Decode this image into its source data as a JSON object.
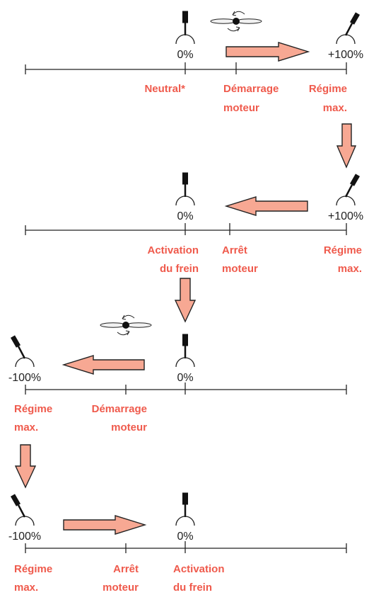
{
  "panels": [
    {
      "gauges": [
        {
          "value_label": "0%",
          "stick": "neutral"
        },
        {
          "value_label": "+100%",
          "stick": "forward"
        }
      ],
      "labels": [
        {
          "lines": [
            "Neutral*"
          ]
        },
        {
          "lines": [
            "Démarrage",
            "moteur"
          ]
        },
        {
          "lines": [
            "Régime",
            "max."
          ]
        }
      ],
      "propeller": true,
      "arrow_direction": "right"
    },
    {
      "gauges": [
        {
          "value_label": "0%",
          "stick": "neutral"
        },
        {
          "value_label": "+100%",
          "stick": "forward"
        }
      ],
      "labels": [
        {
          "lines": [
            "Activation",
            "du frein"
          ]
        },
        {
          "lines": [
            "Arrêt",
            "moteur"
          ]
        },
        {
          "lines": [
            "Régime",
            "max."
          ]
        }
      ],
      "propeller": false,
      "arrow_direction": "left"
    },
    {
      "gauges": [
        {
          "value_label": "-100%",
          "stick": "reverse"
        },
        {
          "value_label": "0%",
          "stick": "neutral"
        }
      ],
      "labels": [
        {
          "lines": [
            "Régime",
            "max."
          ]
        },
        {
          "lines": [
            "Démarrage",
            "moteur"
          ]
        }
      ],
      "propeller": true,
      "arrow_direction": "left"
    },
    {
      "gauges": [
        {
          "value_label": "-100%",
          "stick": "reverse"
        },
        {
          "value_label": "0%",
          "stick": "neutral"
        }
      ],
      "labels": [
        {
          "lines": [
            "Régime",
            "max."
          ]
        },
        {
          "lines": [
            "Arrêt",
            "moteur"
          ]
        },
        {
          "lines": [
            "Activation",
            "du frein"
          ]
        }
      ],
      "propeller": false,
      "arrow_direction": "right"
    }
  ],
  "transitions": [
    {
      "direction": "down"
    },
    {
      "direction": "down"
    },
    {
      "direction": "down"
    }
  ],
  "colors": {
    "label_text": "#ef5a4c",
    "arrow_fill": "#f7a893",
    "line": "#222222"
  }
}
